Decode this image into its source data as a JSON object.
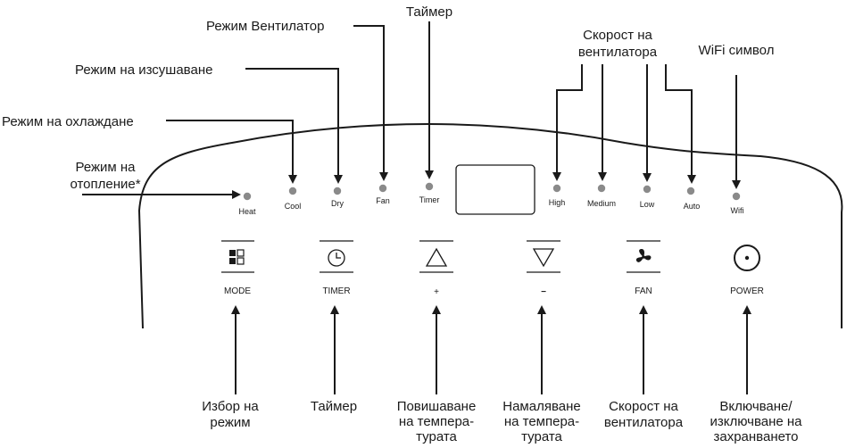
{
  "callouts_top": {
    "heat_mode": "Режим на\nотопление*",
    "cool_mode": "Режим на охлаждане",
    "dry_mode": "Режим на изсушаване",
    "fan_mode": "Режим Вентилатор",
    "timer": "Таймер",
    "fan_speed": "Скорост на\nвентилатора",
    "wifi_symbol": "WiFi символ"
  },
  "indicators": {
    "heat": "Heat",
    "cool": "Cool",
    "dry": "Dry",
    "fan": "Fan",
    "timer": "Timer",
    "high": "High",
    "medium": "Medium",
    "low": "Low",
    "auto": "Auto",
    "wifi": "Wifi"
  },
  "buttons": {
    "mode": "MODE",
    "timer": "TIMER",
    "plus": "+",
    "minus": "−",
    "fan": "FAN",
    "power": "POWER"
  },
  "callouts_bottom": {
    "mode_select": "Избор на\nрежим",
    "timer": "Таймер",
    "temp_up": "Повишаване\nна темпера-\nтурата",
    "temp_down": "Намаляване\nна темпера-\nтурата",
    "fan_speed": "Скорост на\nвентилатора",
    "power": "Включване/\nизключване на\nзахранването"
  },
  "colors": {
    "line": "#1a1a1a",
    "led": "#8a8a8a"
  }
}
